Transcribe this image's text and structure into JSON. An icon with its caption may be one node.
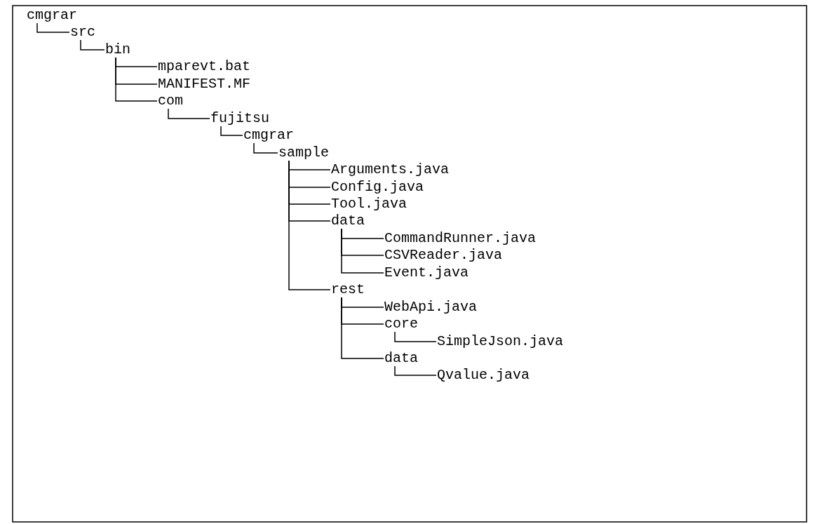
{
  "diagram": {
    "nodes": [
      {
        "text": [
          "cmgrar"
        ]
      },
      {
        "text": [
          "src"
        ]
      },
      {
        "text": [
          "bin"
        ]
      },
      {
        "text": [
          "mparevt.bat"
        ]
      },
      {
        "text": [
          "MANIFEST.MF"
        ]
      },
      {
        "text": [
          "com"
        ]
      },
      {
        "text": [
          "fujitsu"
        ]
      },
      {
        "text": [
          "cmgrar"
        ]
      },
      {
        "text": [
          "sample"
        ]
      },
      {
        "text": [
          "Arguments.java"
        ]
      },
      {
        "text": [
          "Config.java"
        ]
      },
      {
        "text": [
          "Tool.java"
        ]
      },
      {
        "text": [
          "data"
        ]
      },
      {
        "text": [
          "CommandRunner.java"
        ]
      },
      {
        "text": [
          "CSVReader.java"
        ]
      },
      {
        "text": [
          "Event.java"
        ]
      },
      {
        "text": [
          "rest"
        ]
      },
      {
        "text": [
          "WebApi.java"
        ]
      },
      {
        "text": [
          "core"
        ]
      },
      {
        "text": [
          "SimpleJson.java"
        ]
      },
      {
        "text": [
          "data"
        ]
      },
      {
        "text": [
          "Qvalue.java"
        ]
      }
    ],
    "edges": [
      {
        "from": 0,
        "to": 1,
        "arrow": "none"
      },
      {
        "from": 1,
        "to": 2,
        "arrow": "none"
      },
      {
        "from": 2,
        "to": 3,
        "arrow": "none"
      },
      {
        "from": 2,
        "to": 4,
        "arrow": "none"
      },
      {
        "from": 2,
        "to": 5,
        "arrow": "none"
      },
      {
        "from": 5,
        "to": 6,
        "arrow": "none"
      },
      {
        "from": 6,
        "to": 7,
        "arrow": "none"
      },
      {
        "from": 7,
        "to": 8,
        "arrow": "none"
      },
      {
        "from": 8,
        "to": 9,
        "arrow": "none"
      },
      {
        "from": 8,
        "to": 10,
        "arrow": "none"
      },
      {
        "from": 8,
        "to": 11,
        "arrow": "none"
      },
      {
        "from": 8,
        "to": 12,
        "arrow": "none"
      },
      {
        "from": 12,
        "to": 13,
        "arrow": "none"
      },
      {
        "from": 12,
        "to": 14,
        "arrow": "none"
      },
      {
        "from": 12,
        "to": 15,
        "arrow": "none"
      },
      {
        "from": 8,
        "to": 16,
        "arrow": "none"
      },
      {
        "from": 16,
        "to": 17,
        "arrow": "none"
      },
      {
        "from": 16,
        "to": 18,
        "arrow": "none"
      },
      {
        "from": 18,
        "to": 19,
        "arrow": "none"
      },
      {
        "from": 16,
        "to": 20,
        "arrow": "none"
      },
      {
        "from": 20,
        "to": 21,
        "arrow": "none"
      }
    ]
  }
}
